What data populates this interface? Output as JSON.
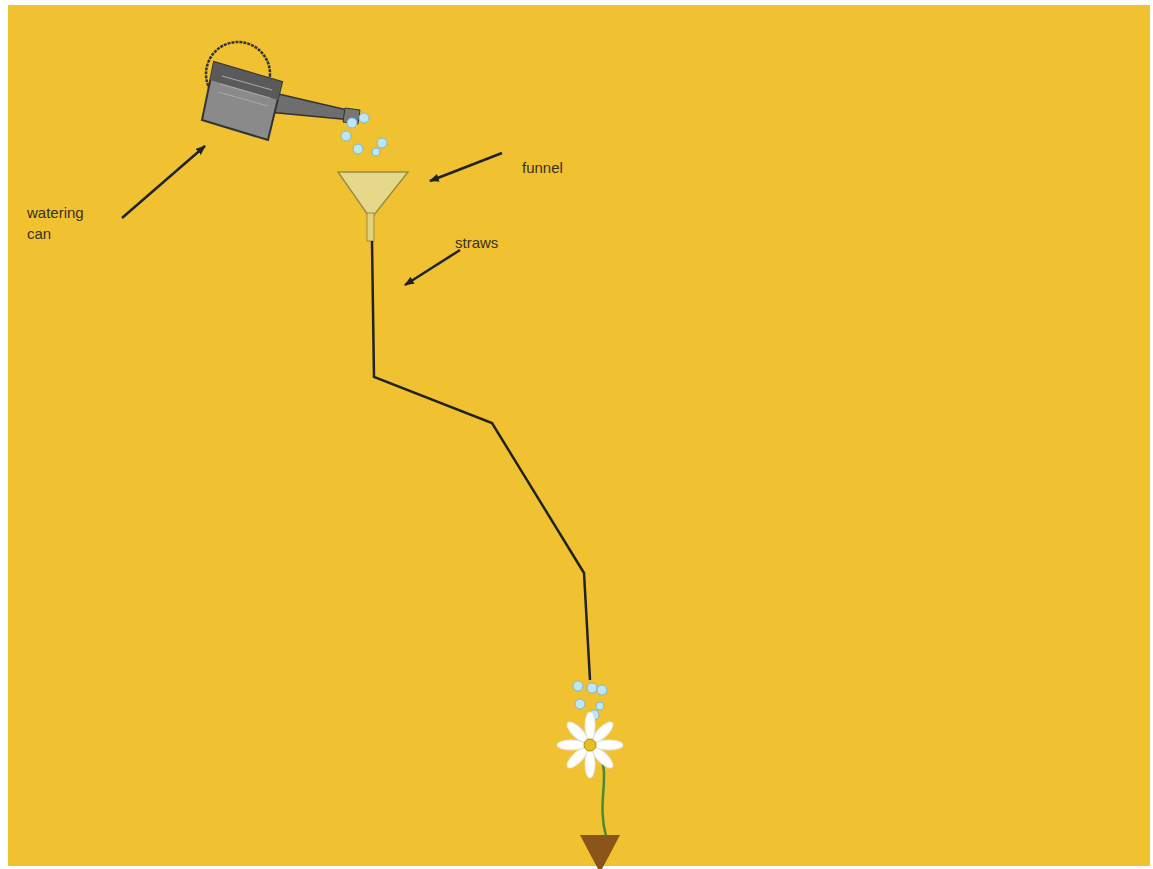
{
  "diagram": {
    "labels": [
      "watering can",
      "funnel",
      "straws"
    ]
  }
}
